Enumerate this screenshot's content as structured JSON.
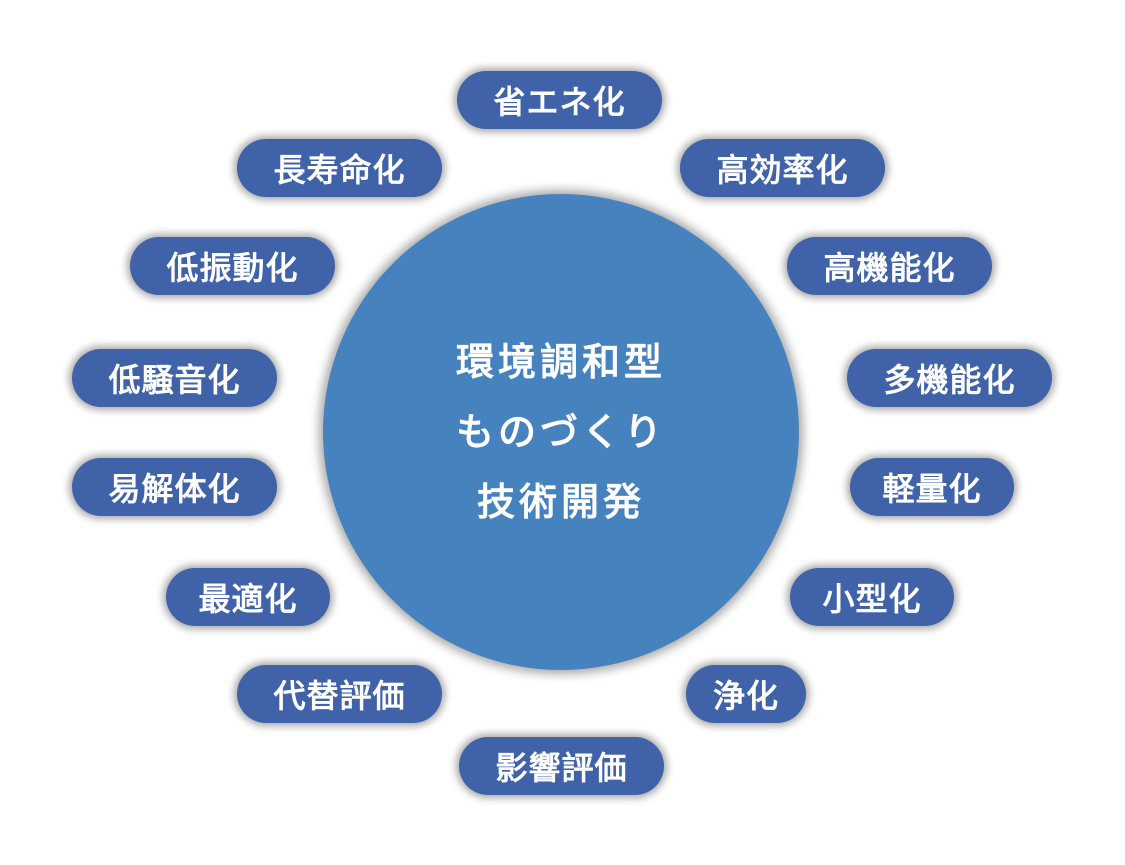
{
  "center": {
    "lines": [
      "環境調和型",
      "ものづくり",
      "技術開発"
    ]
  },
  "items": [
    {
      "label": "省エネ化"
    },
    {
      "label": "高効率化"
    },
    {
      "label": "高機能化"
    },
    {
      "label": "多機能化"
    },
    {
      "label": "軽量化"
    },
    {
      "label": "小型化"
    },
    {
      "label": "浄化"
    },
    {
      "label": "影響評価"
    },
    {
      "label": "代替評価"
    },
    {
      "label": "最適化"
    },
    {
      "label": "易解体化"
    },
    {
      "label": "低騒音化"
    },
    {
      "label": "低振動化"
    },
    {
      "label": "長寿命化"
    }
  ],
  "colors": {
    "center_fill": "#4682be",
    "pill_fill": "#3f62a8",
    "text": "#ffffff",
    "background": "#ffffff"
  }
}
